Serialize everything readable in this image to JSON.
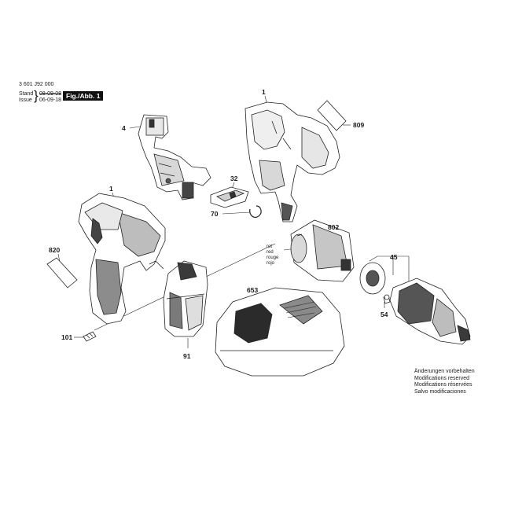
{
  "header": {
    "part_number": "3 601 J92 000",
    "stand_label": "Stand",
    "issue_label": "Issue",
    "old_date": "08-09-08",
    "new_date": "06-09-18",
    "figure_label": "Fig./Abb. 1"
  },
  "callouts": {
    "c1_top": "1",
    "c4": "4",
    "c809": "809",
    "c32": "32",
    "c70": "70",
    "c1_left": "1",
    "c820": "820",
    "c802": "802",
    "c45": "45",
    "c653": "653",
    "c54": "54",
    "c101": "101",
    "c91": "91"
  },
  "wire_labels": [
    "rot",
    "red",
    "rouge",
    "rojo"
  ],
  "notes": [
    "Änderungen vorbehalten",
    "Modifications reserved",
    "Modifications réservées",
    "Salvo modificaciones"
  ]
}
